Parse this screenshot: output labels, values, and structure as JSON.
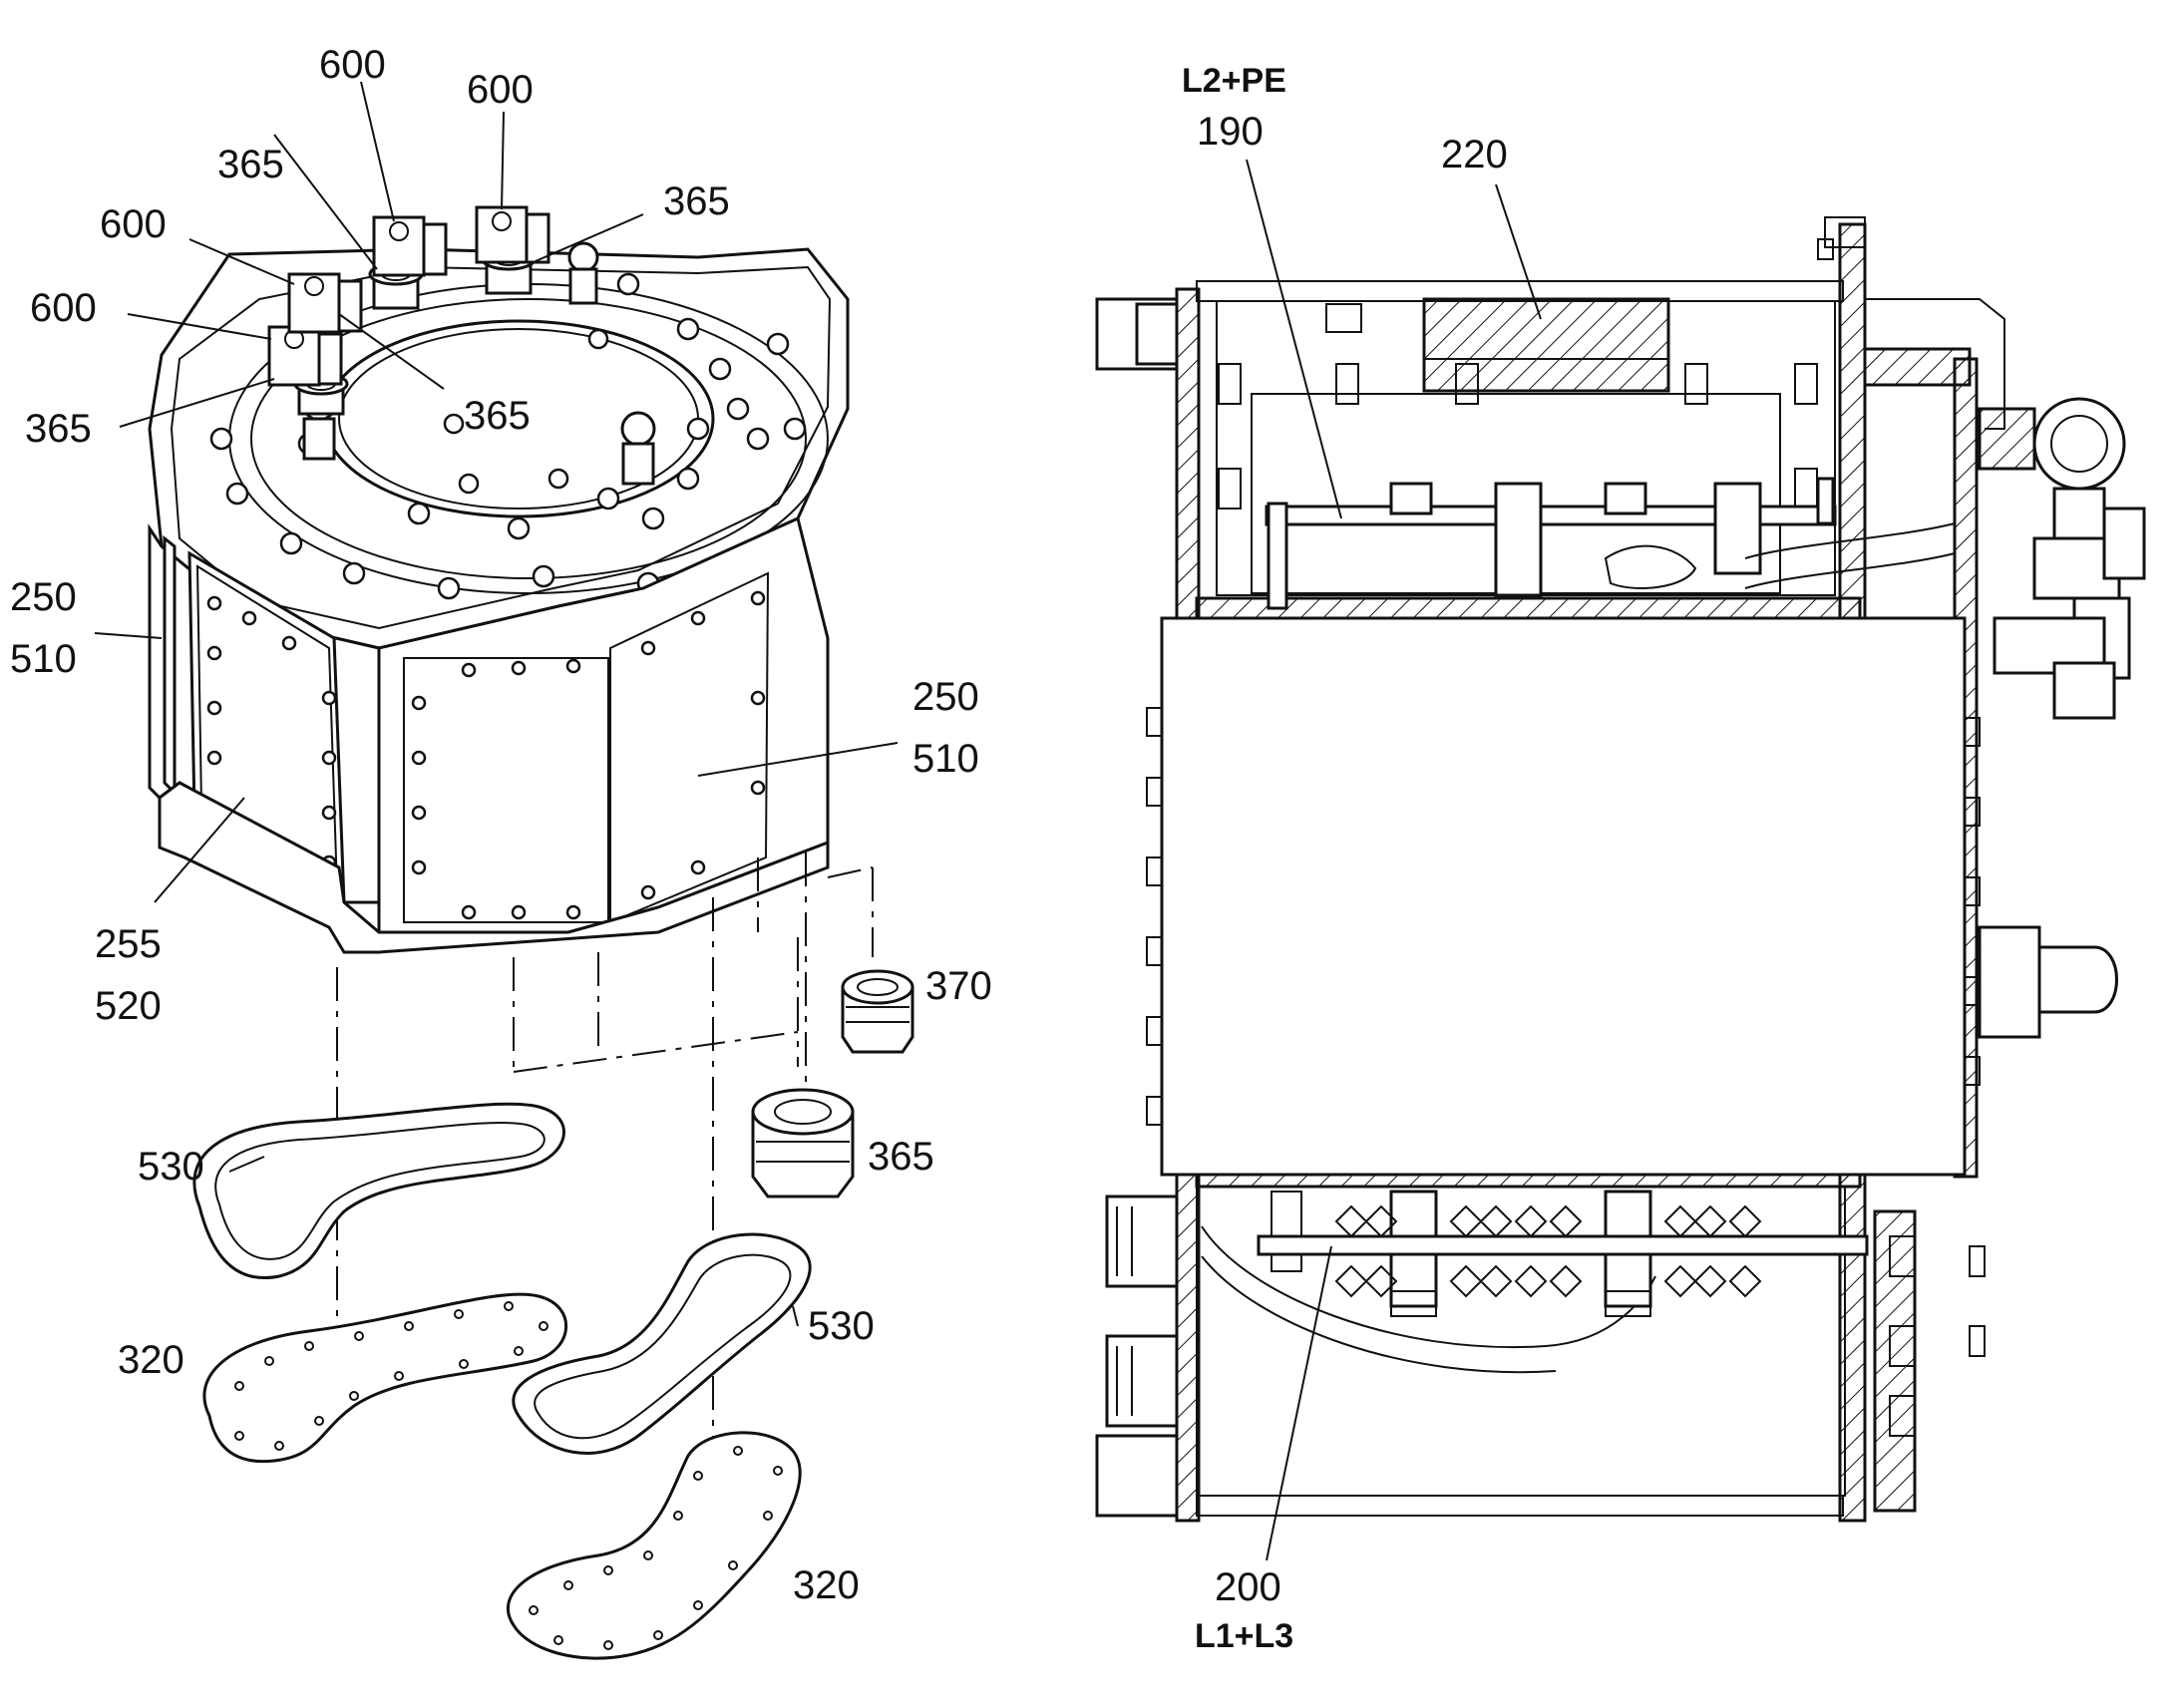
{
  "labels": {
    "exploded": {
      "ref_600_a": "600",
      "ref_600_b": "600",
      "ref_600_c": "600",
      "ref_600_d": "600",
      "ref_365_a": "365",
      "ref_365_b": "365",
      "ref_365_c": "365",
      "ref_365_d": "365",
      "ref_365_e": "365",
      "ref_250_left": "250",
      "ref_510_left": "510",
      "ref_250_right": "250",
      "ref_510_right": "510",
      "ref_255": "255",
      "ref_520": "520",
      "ref_370": "370",
      "ref_530_a": "530",
      "ref_530_b": "530",
      "ref_320_a": "320",
      "ref_320_b": "320"
    },
    "section": {
      "top_bus_name": "L2+PE",
      "ref_190": "190",
      "ref_220": "220",
      "ref_200": "200",
      "bottom_bus_name": "L1+L3"
    }
  }
}
